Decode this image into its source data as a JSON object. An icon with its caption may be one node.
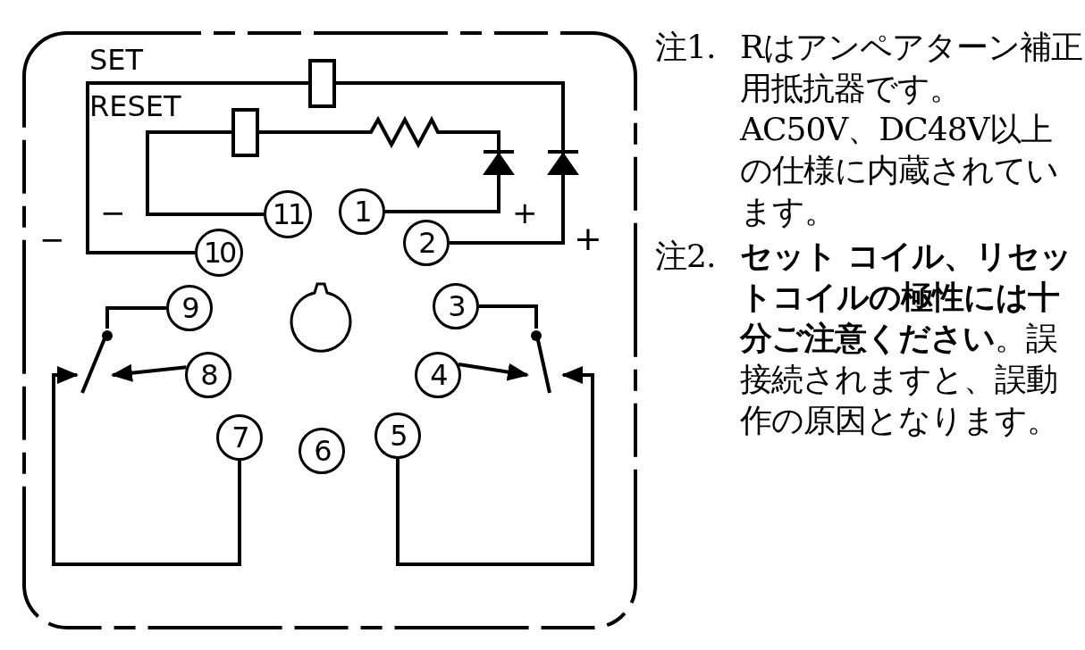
{
  "diagram": {
    "nodes": [
      {
        "text": [
          "1"
        ]
      },
      {
        "text": [
          "2"
        ]
      },
      {
        "text": [
          "3"
        ]
      },
      {
        "text": [
          "4"
        ]
      },
      {
        "text": [
          "5"
        ]
      },
      {
        "text": [
          "6"
        ]
      },
      {
        "text": [
          "7"
        ]
      },
      {
        "text": [
          "8"
        ]
      },
      {
        "text": [
          "9"
        ]
      },
      {
        "text": [
          "10"
        ]
      },
      {
        "text": [
          "11"
        ]
      },
      {
        "text": [],
        "shape": "box"
      },
      {
        "text": [],
        "shape": "box"
      },
      {
        "text": [],
        "shape": "switch"
      },
      {
        "text": [],
        "shape": "switch"
      },
      {
        "text": [],
        "shape": "diode"
      },
      {
        "text": [],
        "shape": "diode"
      }
    ],
    "edges": [
      {
        "from": 9,
        "to": 11,
        "arrow": "none"
      },
      {
        "from": 11,
        "to": 16,
        "arrow": "none"
      },
      {
        "from": 16,
        "to": 1,
        "arrow": "none"
      },
      {
        "from": 10,
        "to": 12,
        "arrow": "none"
      },
      {
        "from": 12,
        "to": 15,
        "arrow": "none"
      },
      {
        "from": 15,
        "to": 0,
        "arrow": "none"
      },
      {
        "from": 8,
        "to": 13,
        "arrow": "none"
      },
      {
        "from": 6,
        "to": 13,
        "arrow": "to"
      },
      {
        "from": 7,
        "to": 13,
        "arrow": "to"
      },
      {
        "from": 2,
        "to": 14,
        "arrow": "none"
      },
      {
        "from": 4,
        "to": 14,
        "arrow": "to"
      },
      {
        "from": 3,
        "to": 14,
        "arrow": "to"
      }
    ],
    "labels": [
      "SET",
      "RESET",
      "−",
      "+",
      "−",
      "+",
      "注1.",
      "Rはアンペアターン補正用抵抗器です。",
      "AC50V、DC48V以上の仕様に内蔵されています。",
      "注2.",
      "**セット コイル、リセットコイルの極性には十分ご注意ください**。誤接続されますと、誤動作の原因となります。"
    ]
  }
}
